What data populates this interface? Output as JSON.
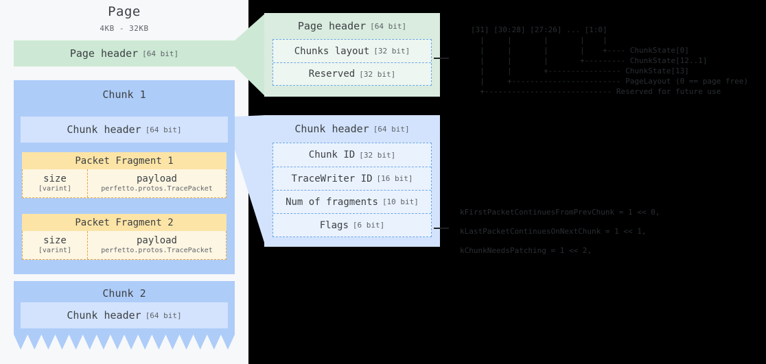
{
  "page": {
    "title": "Page",
    "size": "4KB - 32KB",
    "header": {
      "label": "Page header",
      "bits": "[64 bit]"
    },
    "chunk1": {
      "title": "Chunk 1",
      "header": {
        "label": "Chunk header",
        "bits": "[64 bit]"
      },
      "fragments": [
        {
          "title": "Packet Fragment 1",
          "size": {
            "label": "size",
            "type": "[varint]"
          },
          "payload": {
            "label": "payload",
            "type": "perfetto.protos.TracePacket"
          }
        },
        {
          "title": "Packet Fragment 2",
          "size": {
            "label": "size",
            "type": "[varint]"
          },
          "payload": {
            "label": "payload",
            "type": "perfetto.protos.TracePacket"
          }
        }
      ]
    },
    "chunk2": {
      "title": "Chunk 2",
      "header": {
        "label": "Chunk header",
        "bits": "[64 bit]"
      }
    }
  },
  "page_header_callout": {
    "title": "Page header",
    "title_bits": "[64 bit]",
    "rows": [
      {
        "label": "Chunks layout",
        "bits": "[32 bit]"
      },
      {
        "label": "Reserved",
        "bits": "[32 bit]"
      }
    ]
  },
  "chunk_header_callout": {
    "title": "Chunk header",
    "title_bits": "[64 bit]",
    "rows": [
      {
        "label": "Chunk ID",
        "bits": "[32 bit]"
      },
      {
        "label": "TraceWriter ID",
        "bits": "[16 bit]"
      },
      {
        "label": "Num of fragments",
        "bits": "[10 bit]"
      },
      {
        "label": "Flags",
        "bits": "[6 bit]"
      }
    ]
  },
  "chunks_layout_ascii": "[31] [30:28] [27:26] ... [1:0]\n  |     |       |       |    |\n  |     |       |       |    +---- ChunkState[0]\n  |     |       |       +--------- ChunkState[12..1]\n  |     |       +---------------- ChunkState[13]\n  |     +------------------------ PageLayout (0 == page free)\n  +---------------------------- Reserved for future use",
  "flags": [
    "kFirstPacketContinuesFromPrevChunk = 1 << 0,",
    "kLastPacketContinuesOnNextChunk = 1 << 1,",
    "kChunkNeedsPatching = 1 << 2,"
  ],
  "colors": {
    "page_bg": "#f7f8fa",
    "page_header_green": "#cde9d5",
    "chunk_blue": "#aeccf8",
    "chunk_header_blue": "#d3e3fd",
    "fragment_orange": "#fce4a6",
    "fragment_cream": "#fdf6e3",
    "ascii_bg": "#000000"
  }
}
